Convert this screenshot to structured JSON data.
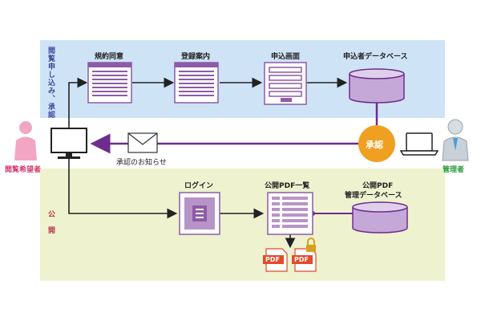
{
  "sections": {
    "application": {
      "title": "閲覧申し込み、承認",
      "color": "#cfe3f6"
    },
    "publication": {
      "title": "公　開",
      "color": "#eef2cf"
    }
  },
  "steps": {
    "terms": "規約同意",
    "registration": "登録案内",
    "application_form": "申込画面",
    "applicant_db": "申込者データベース",
    "login": "ログイン",
    "pdf_list": "公開PDF一覧",
    "pdf_db_line1": "公開PDF",
    "pdf_db_line2": "管理データベース"
  },
  "approval": {
    "label": "承認",
    "color": "#f0a020"
  },
  "notification": {
    "label": "承認のお知らせ"
  },
  "actors": {
    "requester": {
      "label": "閲覧希望者",
      "color": "#d23a6a"
    },
    "admin": {
      "label": "管理者",
      "color": "#2e9b3a"
    }
  },
  "pdf_icon": {
    "label": "PDF",
    "color": "#e24a2a"
  },
  "colors": {
    "doc_accent": "#8e5ba8",
    "db_fill": "#c6a8d8",
    "flow_line": "#6e2c8e"
  }
}
